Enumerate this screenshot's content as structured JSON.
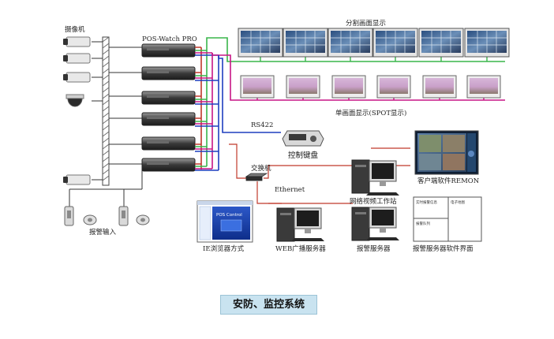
{
  "labels": {
    "camera": "摄像机",
    "dvr": "POS-Watch PRO",
    "split_display": "分割画面显示",
    "single_display": "单画面显示(SPOT显示)",
    "rs422": "RS422",
    "keyboard": "控制键盘",
    "switch": "交换机",
    "ethernet": "Ethernet",
    "workstation": "网络视频工作站",
    "remon": "客户端软件REMON",
    "ie_browser": "IE浏览器方式",
    "web_server": "WEB广播服务器",
    "alarm_server": "报警服务器",
    "alarm_ui": "报警服务器软件界面",
    "alarm_input": "报警输入",
    "ie_screen_text": "POS Control",
    "alarm_ui_cells": [
      "实时报警信息",
      "电子地图",
      "报警队列"
    ]
  },
  "caption": "安防、监控系统",
  "colors": {
    "bus_red": "#c0392b",
    "bus_green": "#39b54a",
    "bus_magenta": "#c71585",
    "bus_blue": "#1f3fbf",
    "network_red": "#c0392b",
    "caption_bg": "#c9e3f0"
  }
}
